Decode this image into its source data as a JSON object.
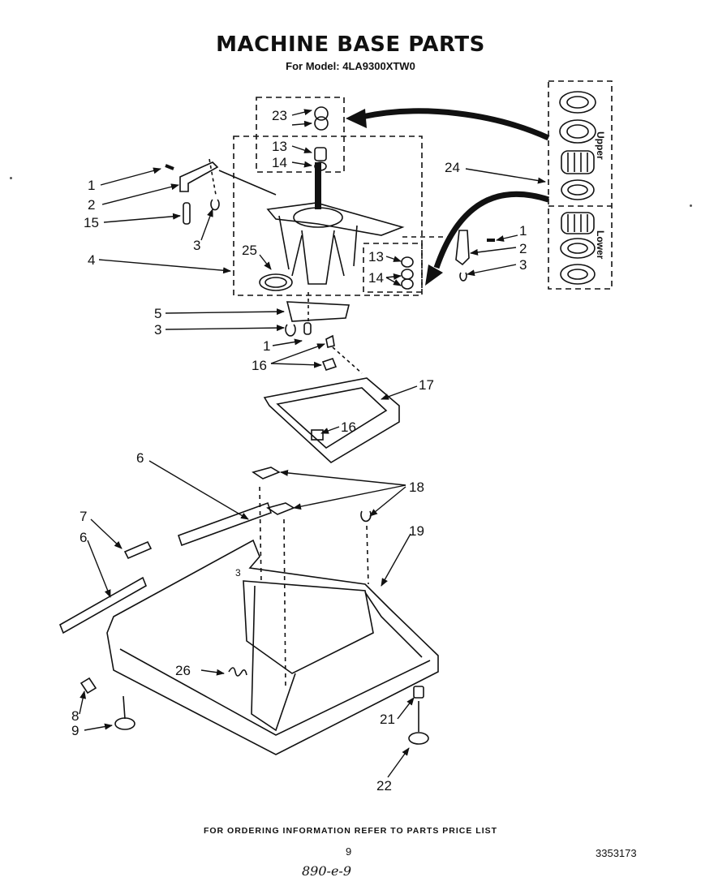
{
  "header": {
    "title": "MACHINE BASE PARTS",
    "subtitle": "For Model: 4LA9300XTW0"
  },
  "bearing_kit": {
    "upper_label": "Upper",
    "lower_label": "Lower"
  },
  "callouts": {
    "c1a": "1",
    "c2a": "2",
    "c15": "15",
    "c3a": "3",
    "c4": "4",
    "c25": "25",
    "c23": "23",
    "c13a": "13",
    "c14a": "14",
    "c24": "24",
    "c1b": "1",
    "c2b": "2",
    "c3b": "3",
    "c13b": "13",
    "c14b": "14",
    "c5": "5",
    "c3c": "3",
    "c1c": "1",
    "c16a": "16",
    "c17": "17",
    "c16b": "16",
    "c6a": "6",
    "c18": "18",
    "c7": "7",
    "c6b": "6",
    "c19": "19",
    "c3d": "3",
    "c26": "26",
    "c8": "8",
    "c9": "9",
    "c21": "21",
    "c22": "22"
  },
  "footer": {
    "ordering_info": "FOR ORDERING INFORMATION REFER TO PARTS PRICE LIST",
    "page_number": "9",
    "doc_number": "3353173",
    "handwritten_note": "890-e-9"
  }
}
